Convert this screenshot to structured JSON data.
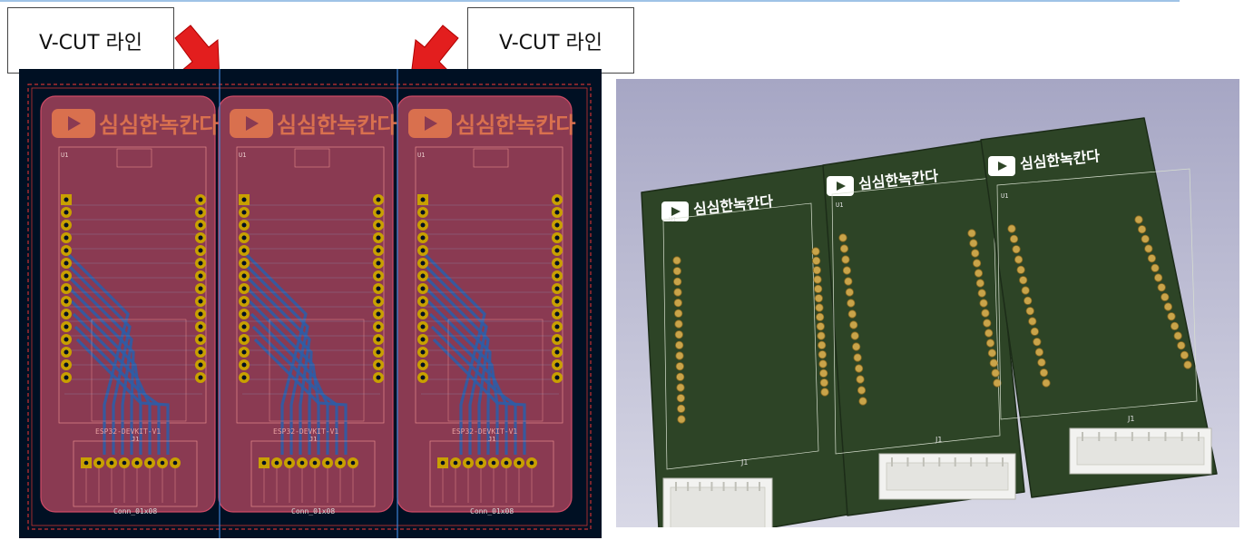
{
  "callouts": {
    "left": "V-CUT 라인",
    "right": "V-CUT 라인"
  },
  "pcb_editor": {
    "boards": [
      {
        "logo_text": "심심한녹칸다",
        "ref_u": "U1",
        "ref_j": "J1",
        "module_label": "ESP32-DEVKIT-V1",
        "conn_label": "Conn_01x08"
      },
      {
        "logo_text": "심심한녹칸다",
        "ref_u": "U1",
        "ref_j": "J1",
        "module_label": "ESP32-DEVKIT-V1",
        "conn_label": "Conn_01x08"
      },
      {
        "logo_text": "심심한녹칸다",
        "ref_u": "U1",
        "ref_j": "J1",
        "module_label": "ESP32-DEVKIT-V1",
        "conn_label": "Conn_01x08"
      }
    ],
    "colors": {
      "background": "#001023",
      "copper_fill": "#8a3a52",
      "back_copper": "#2d5da6",
      "pads": "#c8a000",
      "vcut": "#3b82d4"
    }
  },
  "view3d": {
    "boards": [
      {
        "logo_text": "심심한녹칸다",
        "ref_u": "U1",
        "ref_j": "J1"
      },
      {
        "logo_text": "심심한녹칸다",
        "ref_u": "U1",
        "ref_j": "J1"
      },
      {
        "logo_text": "심심한녹칸다",
        "ref_u": "U1",
        "ref_j": "J1"
      }
    ],
    "colors": {
      "background_top": "#a6a6c4",
      "background_bottom": "#d6d6e4",
      "soldermask": "#2d4426",
      "pads": "#c9a44a"
    }
  }
}
